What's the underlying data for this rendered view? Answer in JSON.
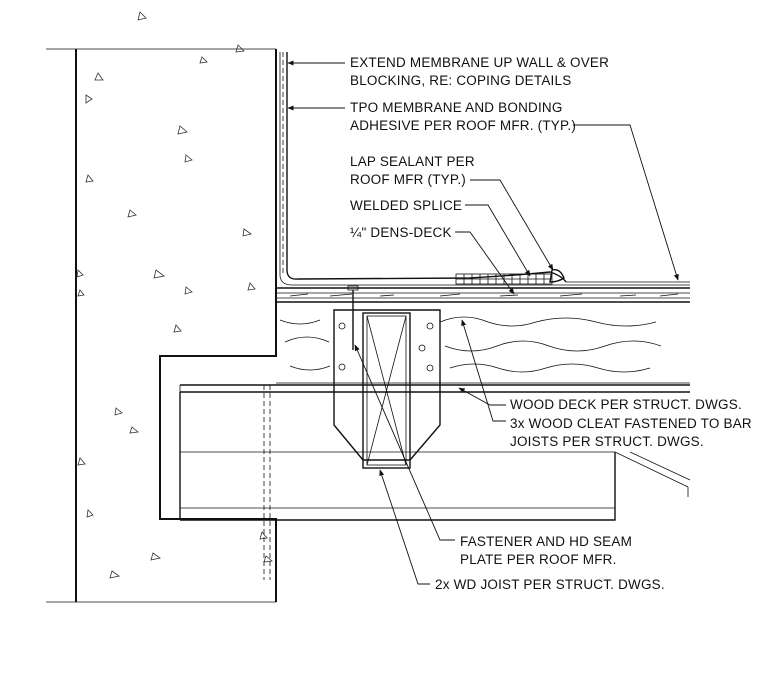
{
  "callouts": {
    "membrane_up_wall": [
      "EXTEND MEMBRANE UP WALL & OVER",
      "BLOCKING, RE: COPING DETAILS"
    ],
    "tpo_membrane": [
      "TPO MEMBRANE AND BONDING",
      "ADHESIVE PER ROOF MFR. (TYP.)"
    ],
    "lap_sealant": [
      "LAP SEALANT PER",
      "ROOF MFR (TYP.)"
    ],
    "welded_splice": "WELDED SPLICE",
    "dens_deck": "¼\" DENS-DECK",
    "wood_deck": "WOOD DECK PER STRUCT. DWGS.",
    "wood_cleat": [
      "3x WOOD CLEAT FASTENED TO BAR",
      "JOISTS PER STRUCT. DWGS."
    ],
    "fastener": [
      "FASTENER AND HD SEAM",
      "PLATE PER ROOF MFR."
    ],
    "wd_joist": "2x WD JOIST PER STRUCT. DWGS."
  }
}
